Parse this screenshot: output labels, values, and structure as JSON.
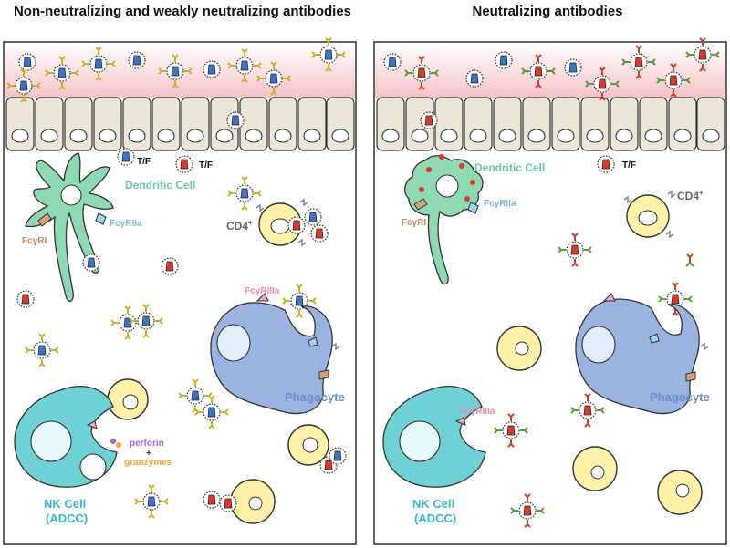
{
  "panels": [
    {
      "title": "Non-neutralizing and weakly neutralizing antibodies",
      "labels": {
        "tf_a": "T/F",
        "tf_b": "T/F",
        "dendritic": "Dendritic Cell",
        "fcgr2a": "FcγRIIa",
        "fcgr1": "FcγRI",
        "cd4": "CD4",
        "cd4_sup": "+",
        "fcgr3a": "FcγRIIIa",
        "phagocyte": "Phagocyte",
        "perforin": "perforin",
        "plus": "+",
        "granzymes": "granzymes",
        "nk": "NK Cell",
        "adcc": "(ADCC)"
      }
    },
    {
      "title": "Neutralizing antibodies",
      "labels": {
        "tf": "T/F",
        "dendritic": "Dendritic Cell",
        "fcgr2a": "FcγRIIa",
        "fcgr1": "FcγRI",
        "cd4": "CD4",
        "cd4_sup": "+",
        "phagocyte": "Phagocyte",
        "fcgr3a": "FcγRIIIa",
        "nk": "NK Cell",
        "adcc": "(ADCC)"
      }
    }
  ],
  "colors": {
    "epithelium_top": "#f6c8cc",
    "epithelial_cell": "#ece6d8",
    "dendritic": "#8fd8b4",
    "cd4_cell": "#fdf2a8",
    "phagocyte": "#9ab3e0",
    "nk_cell": "#6fd1d6",
    "antibody_weak": "#c8b330",
    "antibody_neutralizing": "#d83a2a",
    "fcgr2a": "#9fd3ef",
    "fcgr1": "#d9a37a",
    "fcgr3a": "#f3a6c4",
    "perforin": "#a566d6",
    "granzymes": "#f0a830",
    "label_dendritic": "#6cc8a0",
    "label_phagocyte": "#6a8ed0",
    "label_nk": "#3cb7c7"
  }
}
